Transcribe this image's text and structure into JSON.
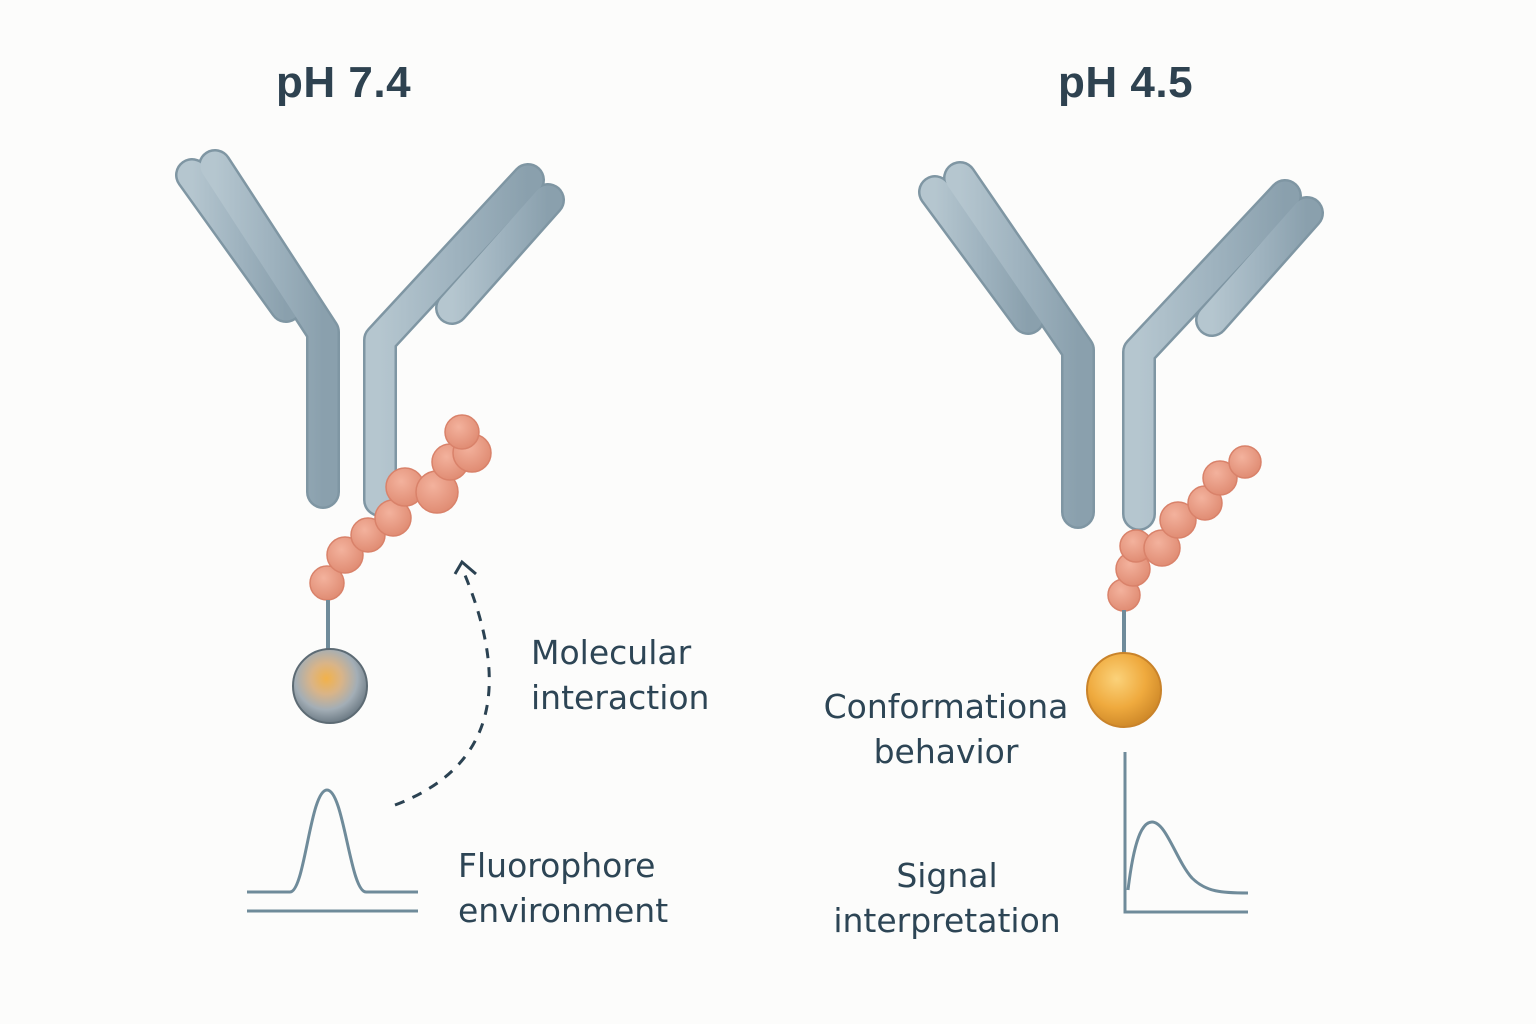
{
  "panels": [
    {
      "title": "pH 7.4",
      "labels": {
        "molecular_interaction": [
          "Molecular",
          "interaction"
        ],
        "fluorophore_environment": [
          "Fluorophore",
          "environment"
        ]
      }
    },
    {
      "title": "pH 4.5",
      "labels": {
        "conformational_behavior": [
          "Conformationa",
          "behavior"
        ],
        "signal_interpretation": [
          "Signal",
          "interpretation"
        ]
      }
    }
  ],
  "colors": {
    "antibody": "#9fb3bf",
    "linker_peptide": "#e9967c",
    "fluorophore_quenched": "#8e9aa3",
    "fluorophore_bright": "#eea93c",
    "text": "#2d4555",
    "line": "#6f8b9a"
  }
}
